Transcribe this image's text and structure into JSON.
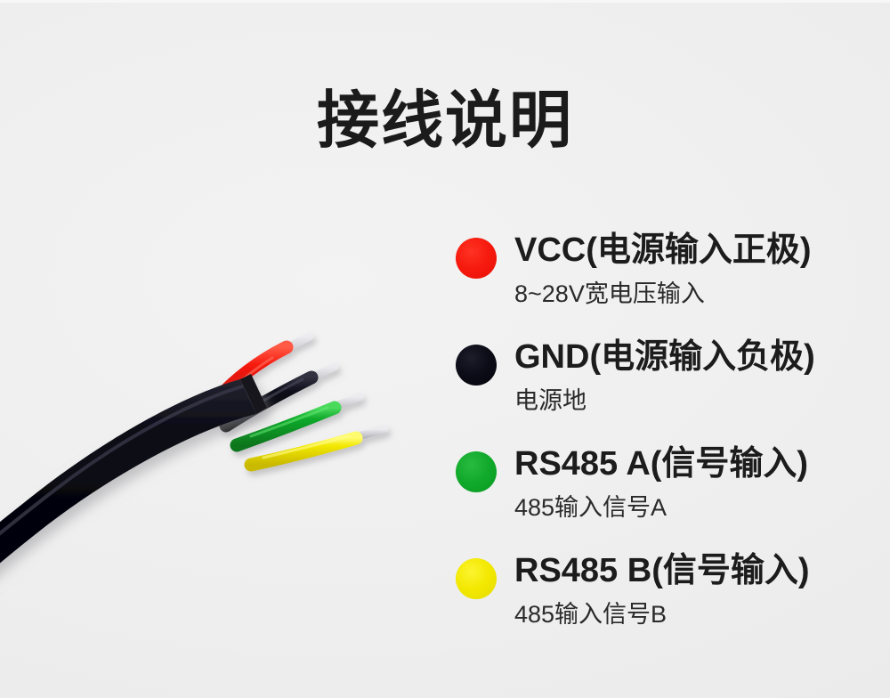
{
  "page": {
    "title": "接线说明",
    "background_color": "#eeeeee"
  },
  "photo": {
    "subject": "four-conductor-cable",
    "jacket_color": "#05050f",
    "wires": [
      {
        "name": "wire-red",
        "color": "#f61a0e",
        "tip": "tinned-copper"
      },
      {
        "name": "wire-black",
        "color": "#0b0b16",
        "tip": "tinned-copper"
      },
      {
        "name": "wire-green",
        "color": "#11a92b",
        "tip": "tinned-copper"
      },
      {
        "name": "wire-yellow",
        "color": "#f2e800",
        "tip": "tinned-copper"
      }
    ],
    "tip_color": "#b9b9bd"
  },
  "legend": {
    "items": [
      {
        "dot_color": "#f61a0e",
        "dot_name": "red",
        "title": "VCC(电源输入正极)",
        "subtitle": "8~28V宽电压输入"
      },
      {
        "dot_color": "#05050f",
        "dot_name": "black",
        "title": "GND(电源输入负极)",
        "subtitle": "电源地"
      },
      {
        "dot_color": "#11a92b",
        "dot_name": "green",
        "title": "RS485 A(信号输入)",
        "subtitle": "485输入信号A"
      },
      {
        "dot_color": "#f2e800",
        "dot_name": "yellow",
        "title": "RS485 B(信号输入)",
        "subtitle": "485输入信号B"
      }
    ]
  }
}
